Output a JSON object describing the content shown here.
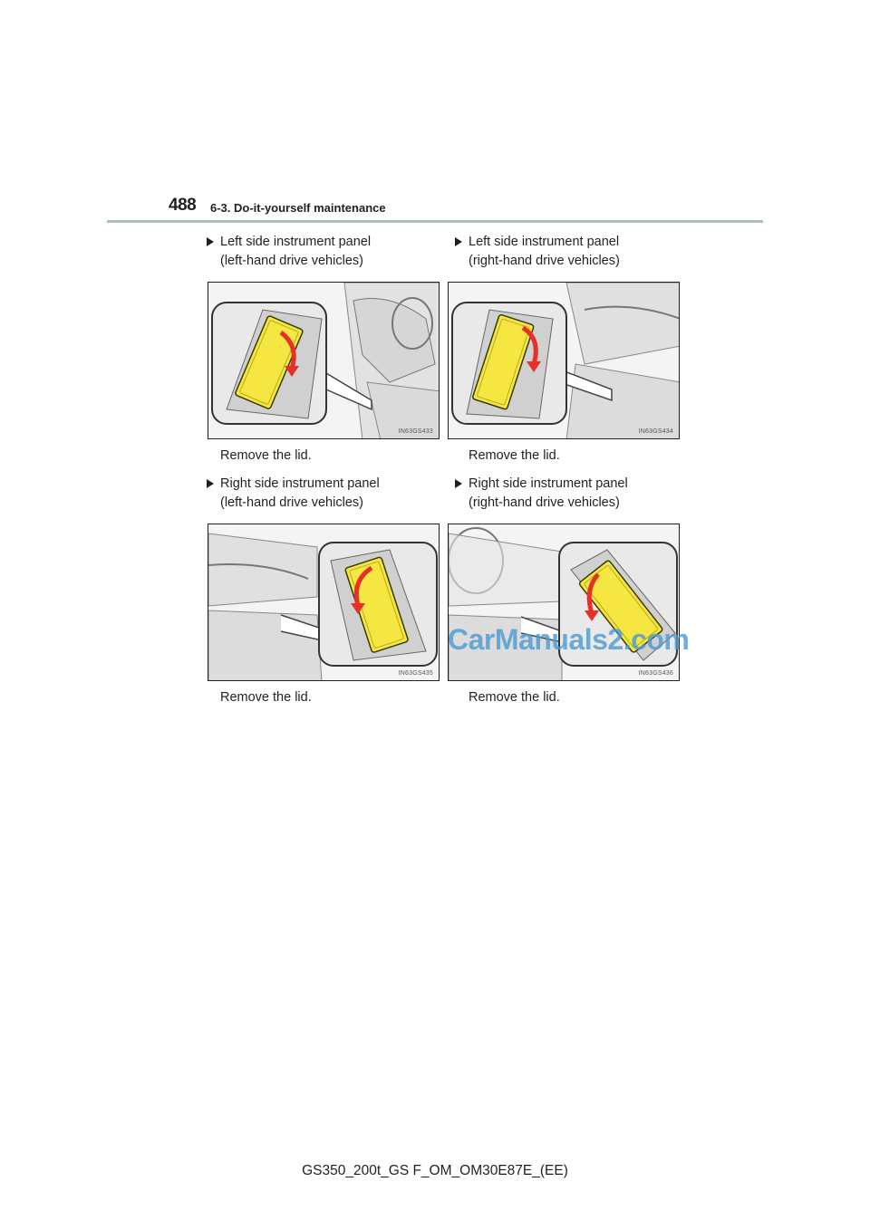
{
  "header": {
    "page_number": "488",
    "section_title": "6-3. Do-it-yourself maintenance"
  },
  "panels": [
    {
      "heading_line1": "Left side instrument panel",
      "heading_line2": "(left-hand drive vehicles)",
      "figure_code": "IN63GS433",
      "caption": "Remove the lid."
    },
    {
      "heading_line1": "Left side instrument panel",
      "heading_line2": "(right-hand drive vehicles)",
      "figure_code": "IN63GS434",
      "caption": "Remove the lid."
    },
    {
      "heading_line1": "Right side instrument panel",
      "heading_line2": "(left-hand drive vehicles)",
      "figure_code": "IN63GS435",
      "caption": "Remove the lid."
    },
    {
      "heading_line1": "Right side instrument panel",
      "heading_line2": "(right-hand drive vehicles)",
      "figure_code": "IN63GS436",
      "caption": "Remove the lid."
    }
  ],
  "watermark": "CarManuals2.com",
  "footer": "GS350_200t_GS F_OM_OM30E87E_(EE)",
  "colors": {
    "header_rule": "#a9c5b2",
    "lid_yellow": "#f5e642",
    "arrow_red": "#e8302a",
    "watermark_blue": "#4b9bd3"
  }
}
